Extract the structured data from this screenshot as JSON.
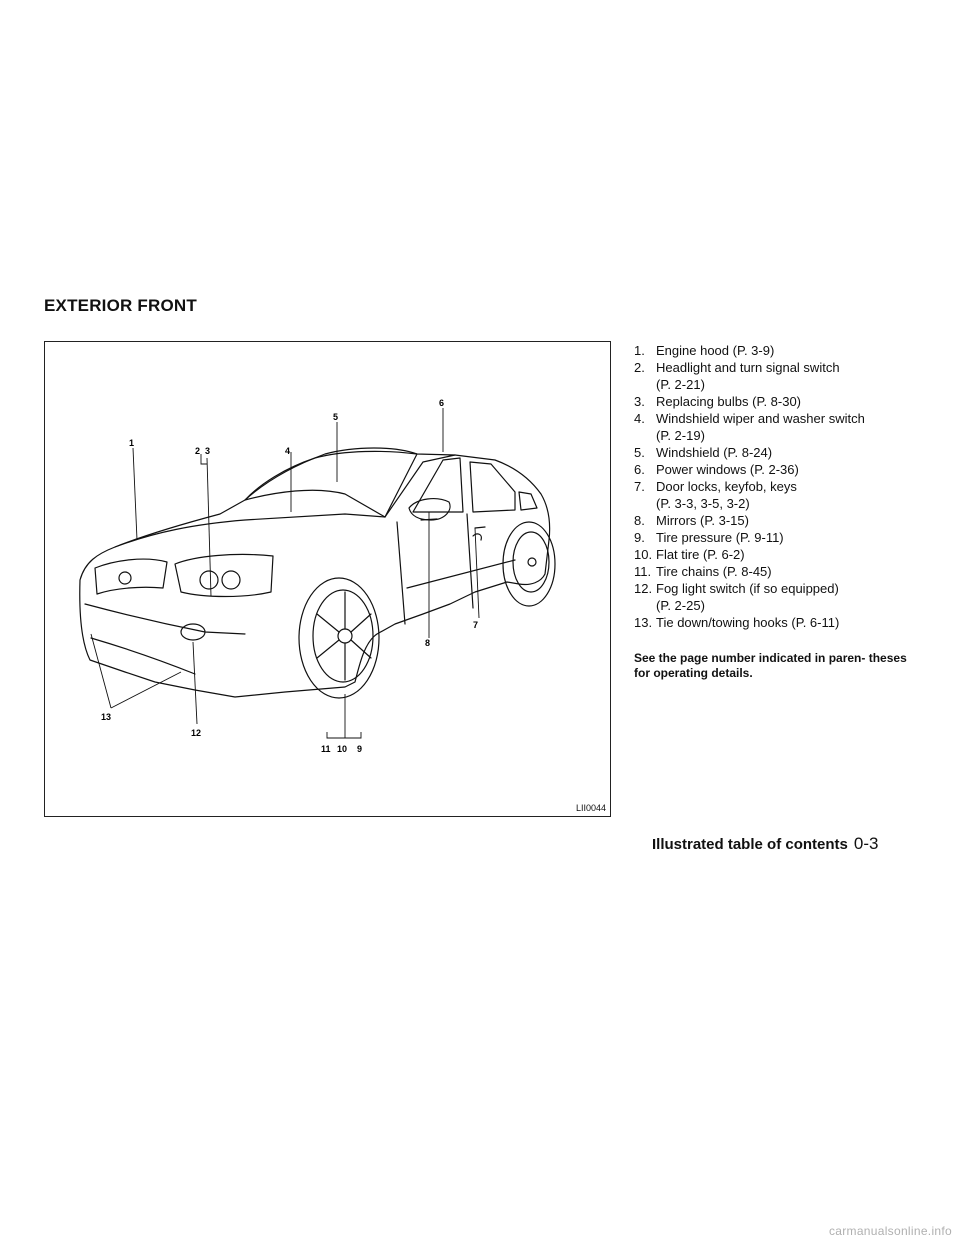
{
  "section_title": "EXTERIOR FRONT",
  "figure": {
    "code": "LII0044",
    "callouts": [
      "1",
      "2",
      "3",
      "4",
      "5",
      "6",
      "7",
      "8",
      "9",
      "10",
      "11",
      "12",
      "13"
    ]
  },
  "items": [
    {
      "num": "1.",
      "text": "Engine hood (P. 3-9)",
      "ref": ""
    },
    {
      "num": "2.",
      "text": "Headlight and turn signal switch",
      "ref": "(P. 2-21)"
    },
    {
      "num": "3.",
      "text": "Replacing bulbs (P. 8-30)",
      "ref": ""
    },
    {
      "num": "4.",
      "text": "Windshield wiper and washer switch",
      "ref": "(P. 2-19)"
    },
    {
      "num": "5.",
      "text": "Windshield (P. 8-24)",
      "ref": ""
    },
    {
      "num": "6.",
      "text": "Power windows (P. 2-36)",
      "ref": ""
    },
    {
      "num": "7.",
      "text": "Door locks, keyfob, keys",
      "ref": "(P. 3-3, 3-5, 3-2)"
    },
    {
      "num": "8.",
      "text": "Mirrors (P. 3-15)",
      "ref": ""
    },
    {
      "num": "9.",
      "text": "Tire pressure (P. 9-11)",
      "ref": ""
    },
    {
      "num": "10.",
      "text": "Flat tire (P. 6-2)",
      "ref": ""
    },
    {
      "num": "11.",
      "text": "Tire chains (P. 8-45)",
      "ref": ""
    },
    {
      "num": "12.",
      "text": "Fog light switch (if so equipped)",
      "ref": "(P. 2-25)"
    },
    {
      "num": "13.",
      "text": "Tie down/towing hooks (P. 6-11)",
      "ref": ""
    }
  ],
  "note": "See the page number indicated in paren- theses for operating details.",
  "footer": {
    "title": "Illustrated table of contents",
    "page": "0-3"
  },
  "watermark": "carmanualsonline.info"
}
